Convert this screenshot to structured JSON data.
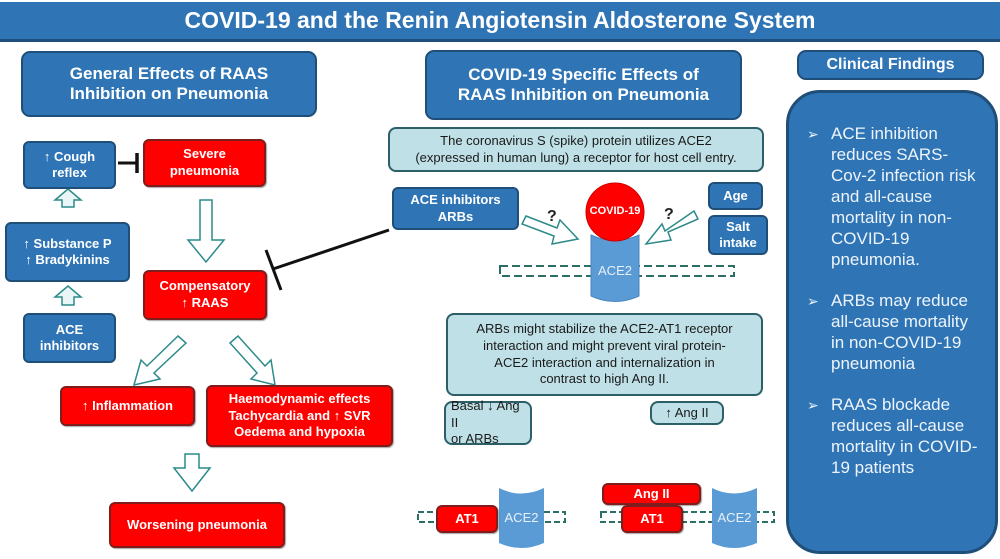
{
  "title": "COVID-19 and the Renin Angiotensin Aldosterone System",
  "colors": {
    "banner": "#2f74b5",
    "blue_box": "#2f75b6",
    "red_box": "#ff0000",
    "teal_box": "#bfe0e6",
    "arrow_outline": "#2c8a8a",
    "receptor": "#5b9bd5"
  },
  "general_section": {
    "header": "General Effects of RAAS\nInhibition on Pneumonia",
    "nodes": {
      "cough_reflex": "↑ Cough\nreflex",
      "severe_pneumonia": "Severe\npneumonia",
      "substance_p": "↑ Substance P\n↑ Bradykinins",
      "ace_inhibitors": "ACE\ninhibitors",
      "compensatory_raas": "Compensatory\n↑ RAAS",
      "inflammation": "↑ Inflammation",
      "haemodynamic": "Haemodynamic effects\nTachycardia and ↑ SVR\nOedema and hypoxia",
      "worsening_pneumonia": "Worsening pneumonia"
    }
  },
  "covid_section": {
    "header": "COVID-19 Specific Effects of\nRAAS Inhibition on Pneumonia",
    "spike_note": "The coronavirus S (spike) protein utilizes ACE2\n(expressed in human lung) a receptor for host cell entry.",
    "ace_arbs": "ACE inhibitors\nARBs",
    "age": "Age",
    "salt_intake": "Salt\nintake",
    "virus_label": "COVID-19",
    "ace2_label": "ACE2",
    "question_mark": "?",
    "arb_note": "ARBs might stabilize the ACE2-AT1 receptor\ninteraction and might prevent viral protein-\nACE2 interaction and internalization in\ncontrast to high Ang II.",
    "basal_label": "Basal ↓ Ang II\nor ARBs",
    "high_ang_label": "↑ Ang II",
    "at1_label": "AT1",
    "ang2_label": "Ang II"
  },
  "clinical_section": {
    "header": "Clinical Findings",
    "bullet_icon": "➢",
    "findings": [
      "ACE inhibition reduces SARS-Cov-2 infection risk and all-cause mortality in non-COVID-19 pneumonia.",
      "ARBs may reduce all-cause mortality in non-COVID-19 pneumonia",
      "RAAS blockade reduces all-cause mortality in COVID-19 patients"
    ]
  }
}
